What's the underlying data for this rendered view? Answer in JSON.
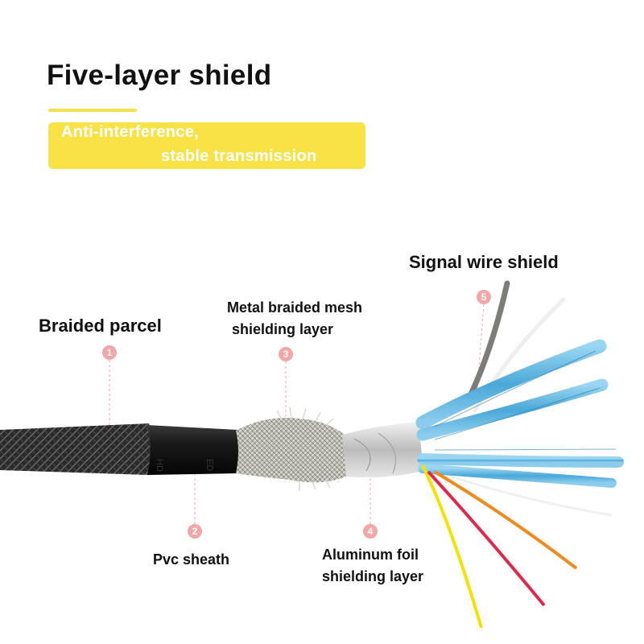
{
  "header": {
    "title": "Five-layer shield",
    "banner_line1": "Anti-interference,",
    "banner_line2": "stable transmission"
  },
  "labels": {
    "braided_parcel": "Braided parcel",
    "metal_mesh_line1": "Metal braided mesh",
    "metal_mesh_line2": "shielding layer",
    "signal_wire_shield": "Signal wire shield",
    "pvc_sheath": "Pvc sheath",
    "aluminum_foil_line1": "Aluminum foil",
    "aluminum_foil_line2": "shielding layer"
  },
  "markers": [
    "1",
    "2",
    "3",
    "4",
    "5"
  ],
  "colors": {
    "accent_yellow": "#f8e246",
    "marker_pink": "#f2a6a6",
    "braid_black": "#2a2a2a",
    "pvc_black": "#141414",
    "foil_blue": "#5fb8e0",
    "wire_yellow": "#f5e200",
    "wire_red": "#e0284a",
    "wire_orange": "#f08a1c"
  }
}
